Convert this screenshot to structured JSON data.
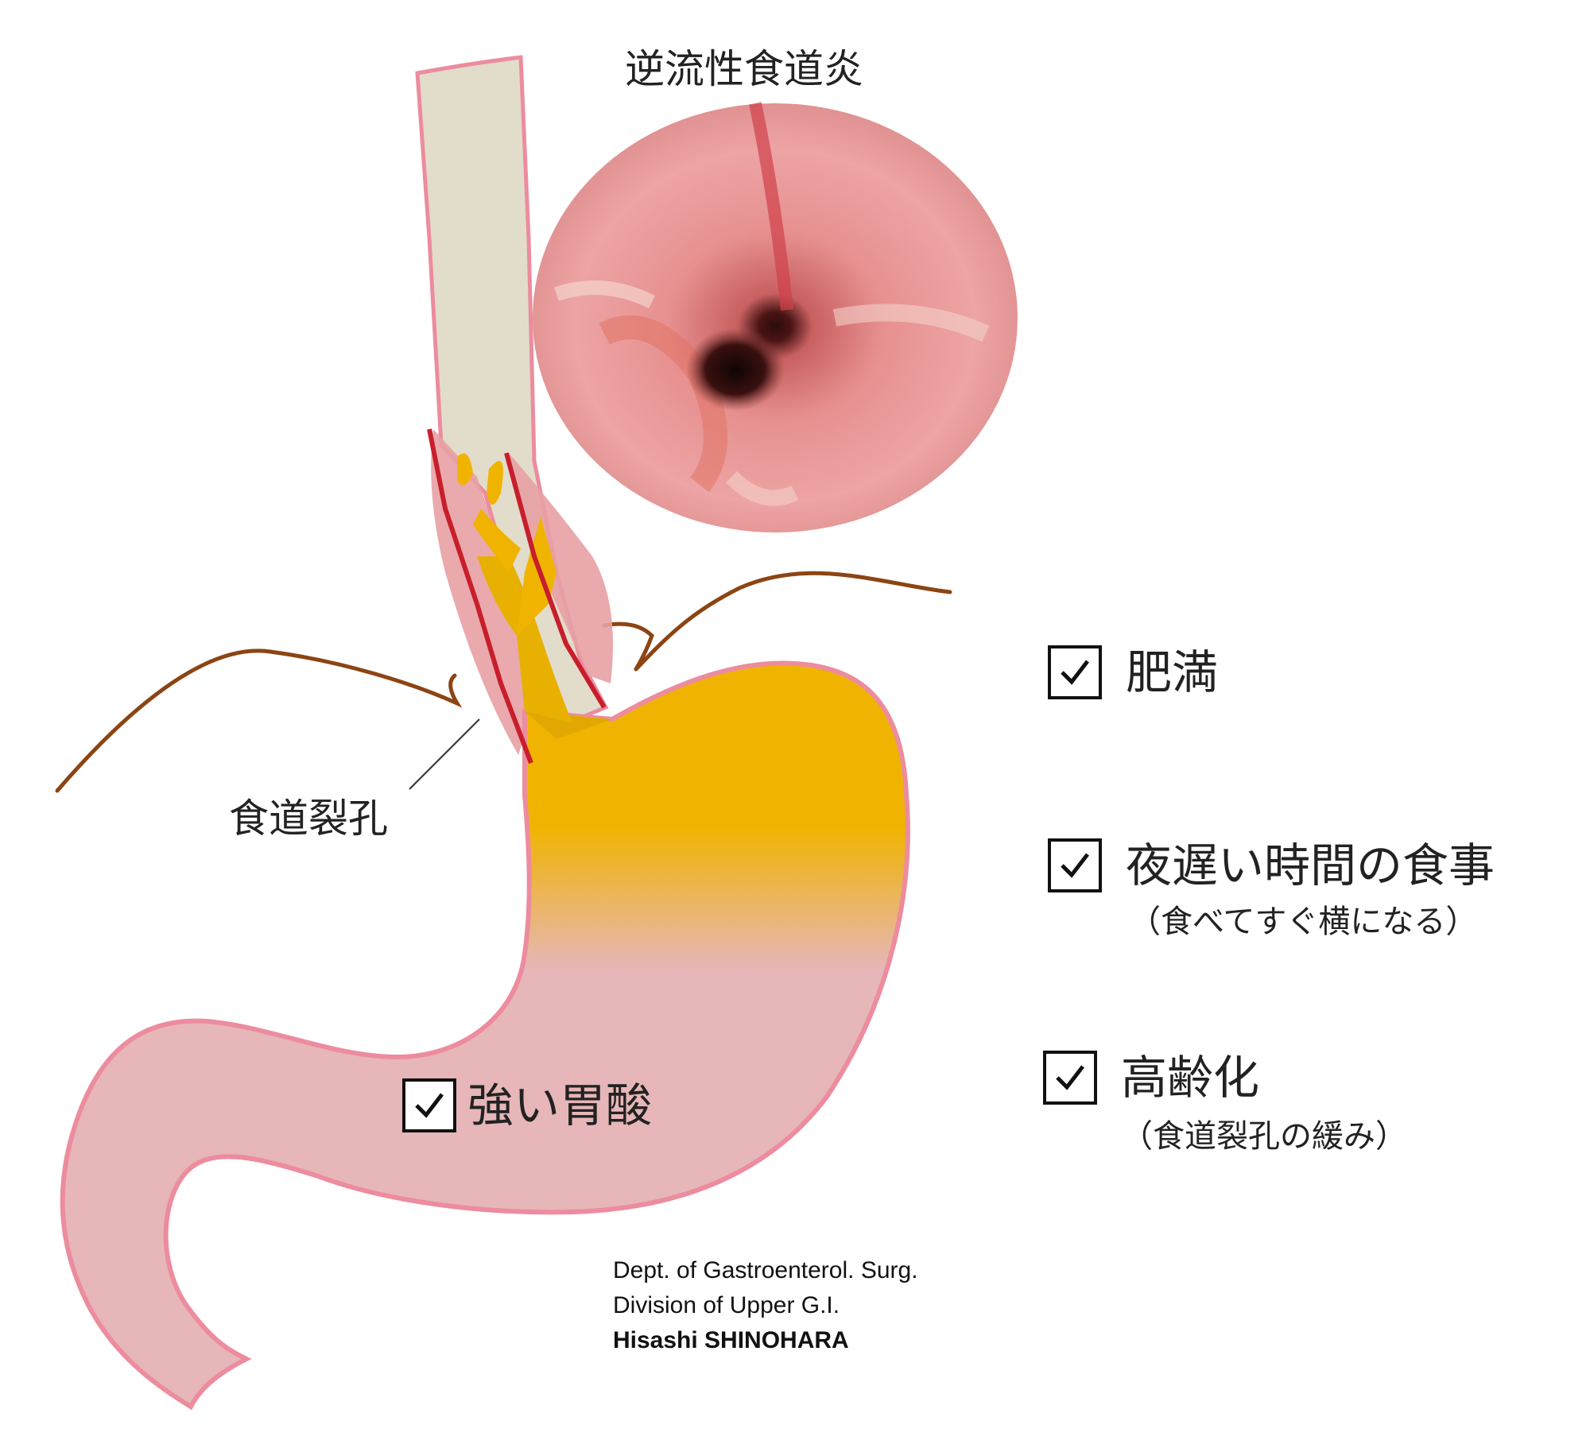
{
  "title": "逆流性食道炎",
  "hiatus_label": "食道裂孔",
  "factors": [
    {
      "label": "肥満",
      "sub": ""
    },
    {
      "label": "夜遅い時間の食事",
      "sub": "（食べてすぐ横になる）"
    },
    {
      "label": "高齢化",
      "sub": "（食道裂孔の緩み）"
    }
  ],
  "stomach_factor": {
    "label": "強い胃酸"
  },
  "credit": {
    "line1": "Dept. of Gastroenterol. Surg.",
    "line2": "Division of Upper G.I.",
    "author": "Hisashi SHINOHARA"
  },
  "colors": {
    "esophagus": "#e2dccb",
    "acid": "#f0b400",
    "stomach": "#e6b6b8",
    "outline": "#ec8c9e",
    "inflamed": "#c81e2c",
    "diaphragm": "#8b4513"
  }
}
